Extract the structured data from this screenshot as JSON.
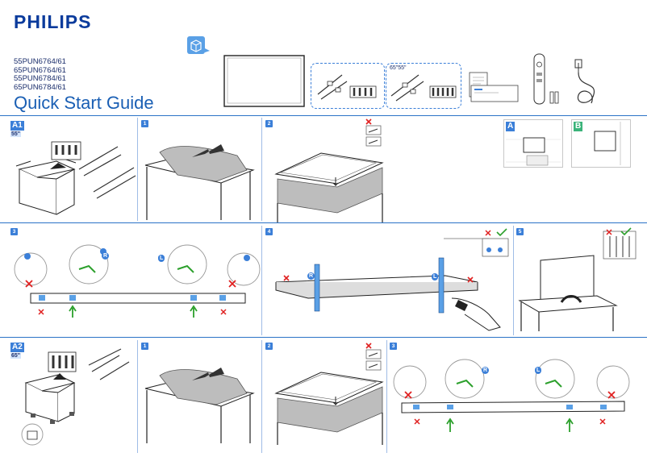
{
  "header": {
    "brand": "PHILIPS",
    "models": [
      "55PUN6764/61",
      "65PUN6764/61",
      "55PUN6784/61",
      "65PUN6784/61"
    ],
    "title": "Quick Start Guide"
  },
  "contents": {
    "size_label": "65\"55\""
  },
  "rows": {
    "row1": {
      "tag": "A1",
      "size": "55\"",
      "steps": [
        "1",
        "2"
      ],
      "panels": [
        "A",
        "B"
      ]
    },
    "row2": {
      "steps": [
        "3",
        "4",
        "5"
      ],
      "callouts": {
        "right": "R",
        "left": "L"
      }
    },
    "row3": {
      "tag": "A2",
      "size": "65\"",
      "steps": [
        "1",
        "2",
        "3"
      ],
      "callouts": {
        "right": "R",
        "left": "L"
      }
    }
  },
  "colors": {
    "accent": "#3b7fd8",
    "brand": "#0b3b9c",
    "cross": "#e02020",
    "check": "#2ca02c"
  }
}
